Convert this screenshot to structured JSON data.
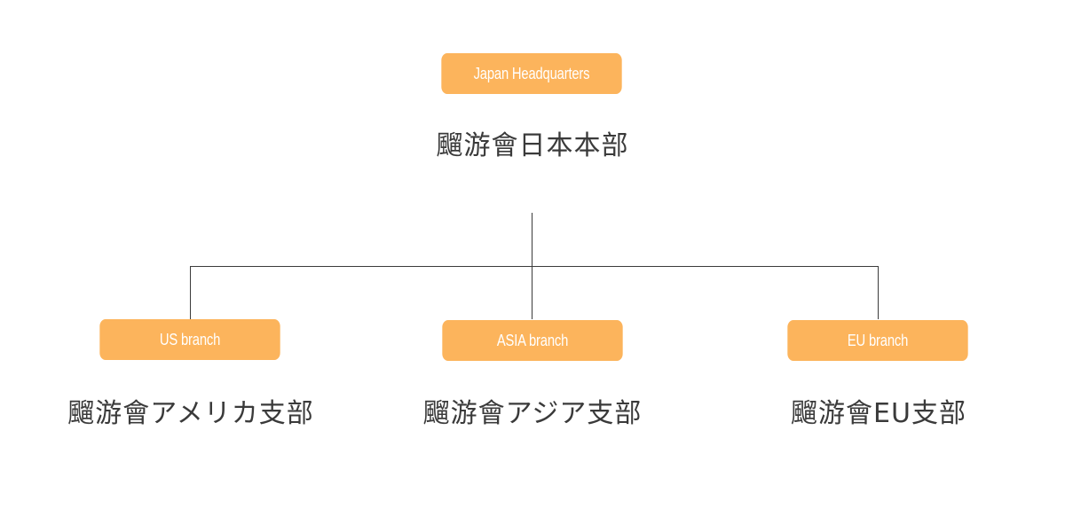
{
  "org_chart": {
    "root": {
      "badge_label": "Japan Headquarters",
      "title": "飀游會日本本部"
    },
    "branches": [
      {
        "badge_label": "US branch",
        "title": "飀游會アメリカ支部"
      },
      {
        "badge_label": "ASIA branch",
        "title": "飀游會アジア支部"
      },
      {
        "badge_label": "EU branch",
        "title": "飀游會EU支部"
      }
    ]
  },
  "colors": {
    "badge_fill": "#fcb45c",
    "badge_text": "#ffffff",
    "title_text": "#3a3a3a",
    "connector": "#3b3b3b"
  }
}
